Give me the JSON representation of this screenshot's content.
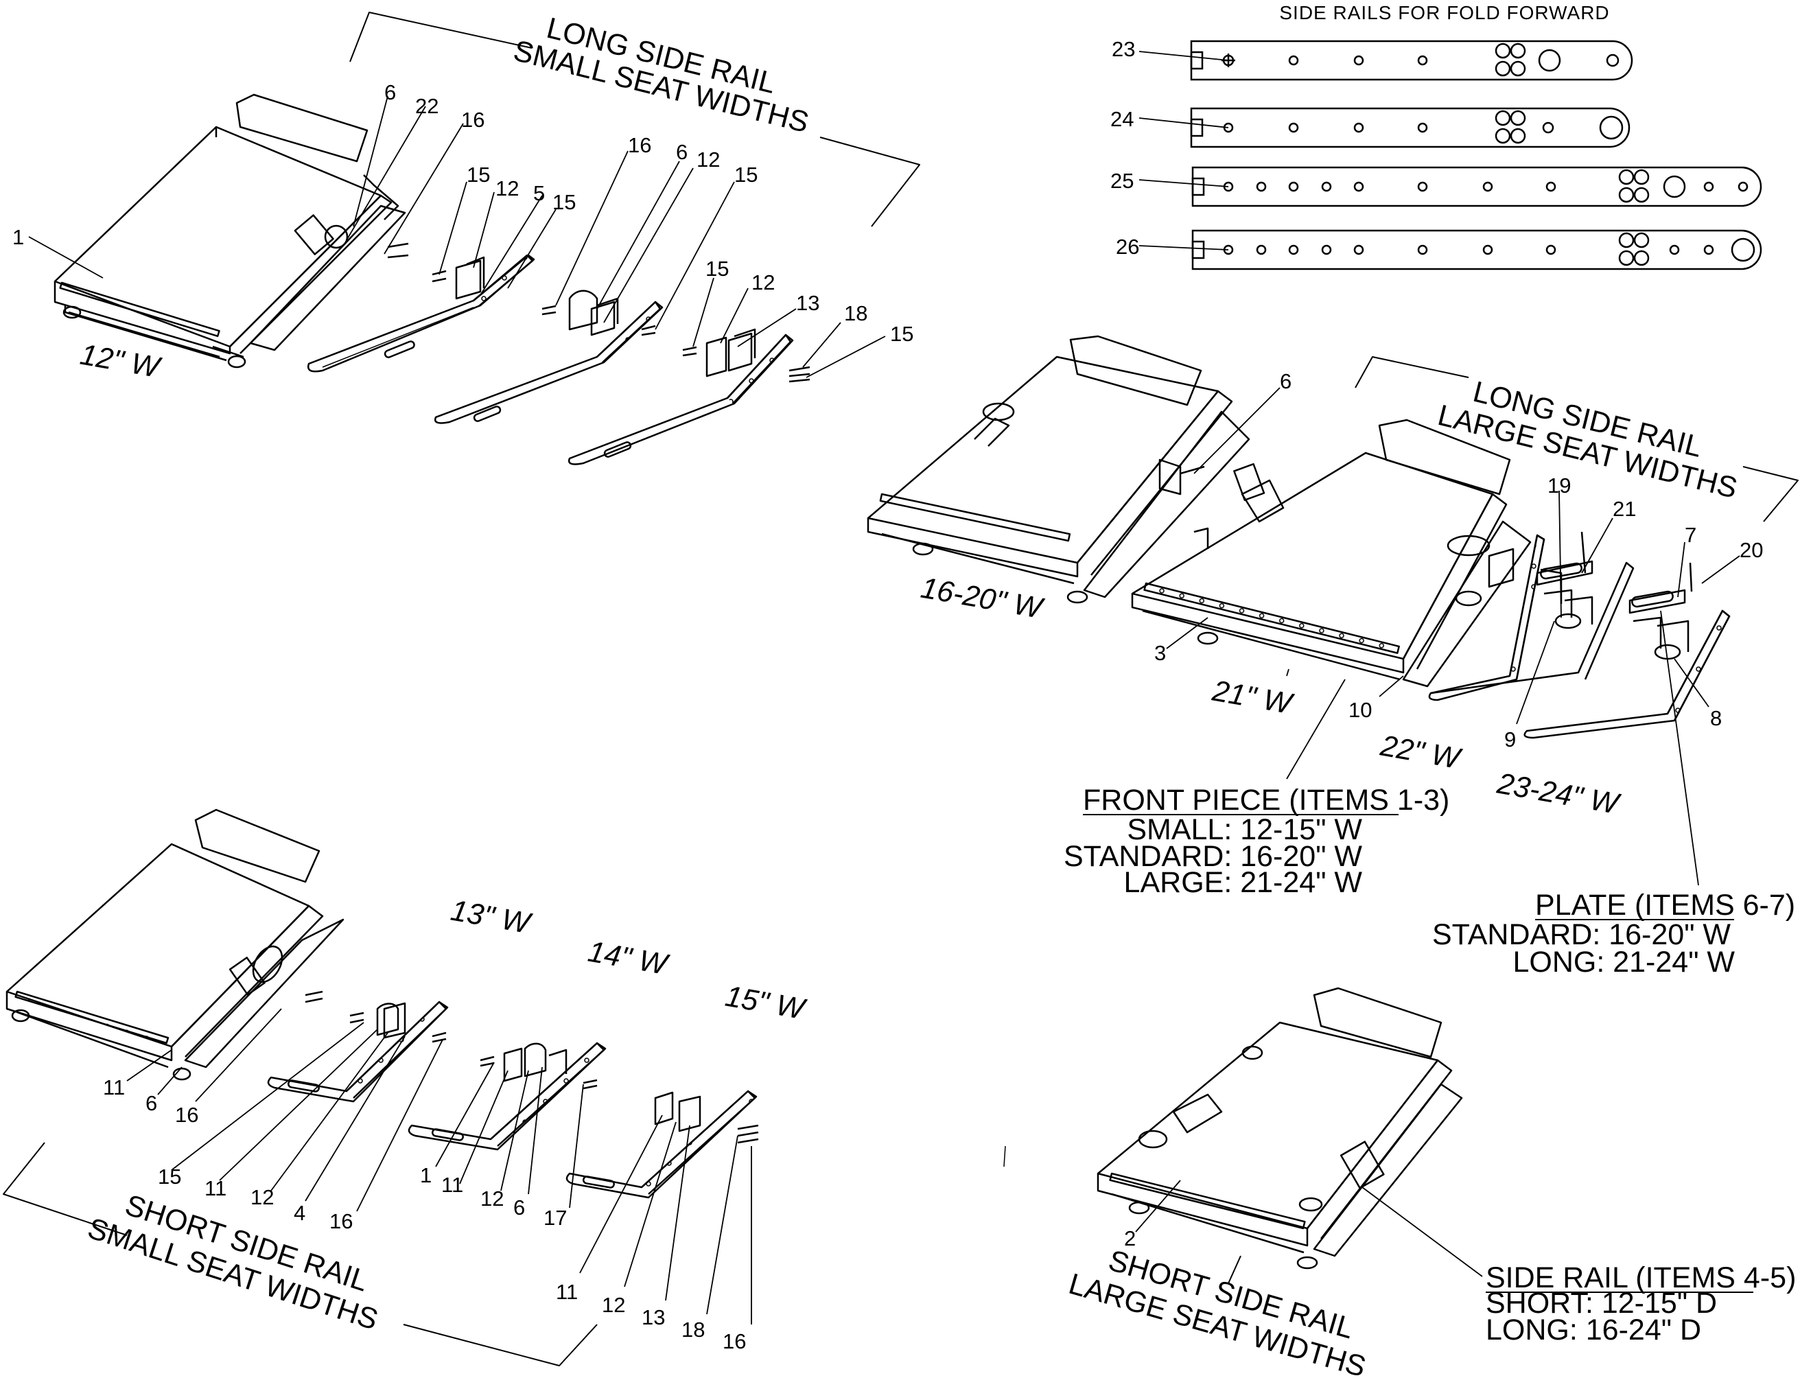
{
  "title": "SIDE RAILS FOR FOLD FORWARD",
  "colors": {
    "line": "#000000",
    "background": "#ffffff"
  },
  "headings": {
    "long_small_1": "LONG SIDE RAIL",
    "long_small_2": "SMALL SEAT WIDTHS",
    "long_large_1": "LONG SIDE RAIL",
    "long_large_2": "LARGE SEAT WIDTHS",
    "short_small_1": "SHORT SIDE RAIL",
    "short_small_2": "SMALL SEAT WIDTHS",
    "short_large_1": "SHORT SIDE RAIL",
    "short_large_2": "LARGE SEAT WIDTHS"
  },
  "widths": {
    "w12": "12\" W",
    "w13": "13\" W",
    "w14": "14\" W",
    "w15": "15\" W",
    "w16_20": "16-20\" W",
    "w21": "21\" W",
    "w22": "22\" W",
    "w23_24": "23-24\" W"
  },
  "notes": {
    "front_piece": {
      "title": "FRONT PIECE (ITEMS 1-3)",
      "l1": "SMALL: 12-15\" W",
      "l2": "STANDARD: 16-20\" W",
      "l3": "LARGE: 21-24\" W"
    },
    "plate": {
      "title": "PLATE  (ITEMS 6-7)",
      "l1": "STANDARD: 16-20\" W",
      "l2": "LONG: 21-24\" W"
    },
    "side_rail": {
      "title": "SIDE RAIL (ITEMS 4-5)",
      "l1": "SHORT: 12-15\" D",
      "l2": "LONG: 16-24\" D"
    }
  },
  "rail_callouts": [
    "23",
    "24",
    "25",
    "26"
  ],
  "callouts_tl": [
    "1",
    "6",
    "22",
    "16",
    "15",
    "12",
    "5",
    "15",
    "16",
    "6",
    "12",
    "15",
    "15",
    "12",
    "13",
    "18",
    "15"
  ],
  "callouts_r": [
    "6",
    "19",
    "21",
    "7",
    "20",
    "3",
    "10",
    "9",
    "8"
  ],
  "callouts_bl": [
    "11",
    "6",
    "16",
    "15",
    "11",
    "12",
    "4",
    "16",
    "1",
    "11",
    "12",
    "6",
    "17",
    "11",
    "12",
    "13",
    "18",
    "16"
  ],
  "callouts_br": [
    "2"
  ]
}
